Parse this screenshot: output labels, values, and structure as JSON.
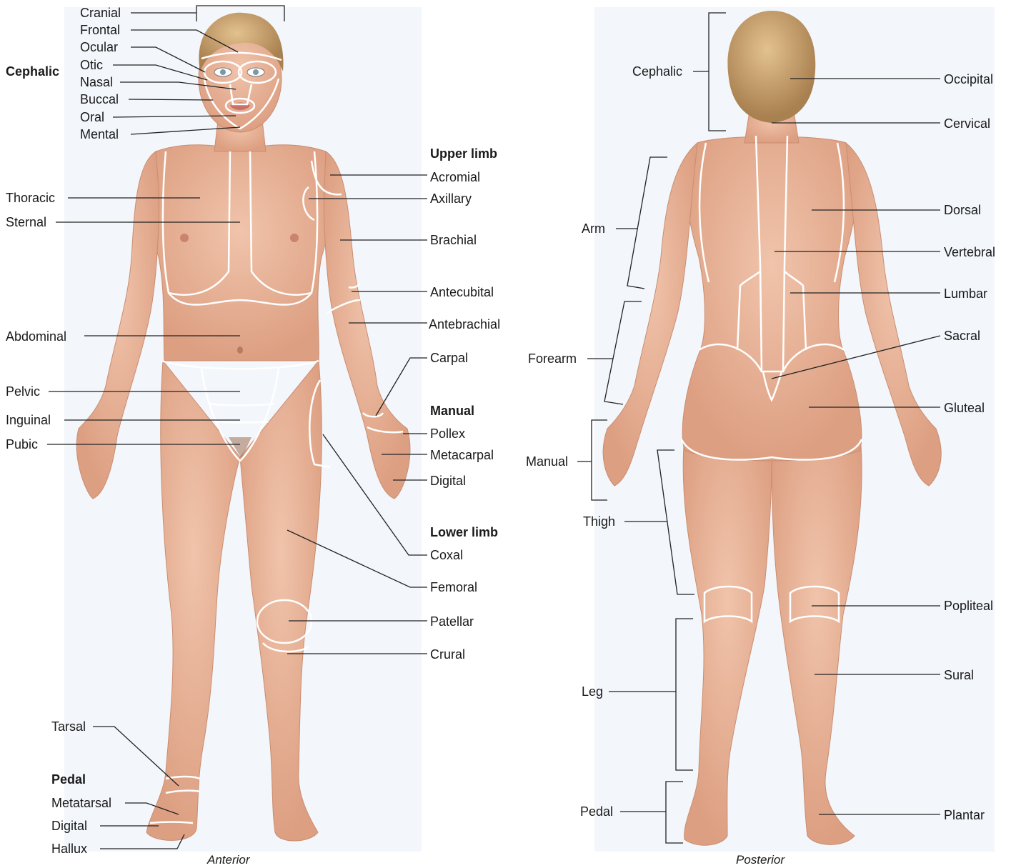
{
  "colors": {
    "skin": "#ebb89e",
    "skin_shadow": "#d99a7c",
    "panel_bg": "#f3f6fb",
    "region_line": "#ffffff",
    "hair": "#c9a06c",
    "leader": "#222222"
  },
  "views": {
    "anterior": {
      "caption": "Anterior",
      "labels": {
        "cranial": "Cranial",
        "frontal": "Frontal",
        "ocular": "Ocular",
        "otic": "Otic",
        "nasal": "Nasal",
        "buccal": "Buccal",
        "oral": "Oral",
        "mental": "Mental",
        "cephalic": "Cephalic",
        "thoracic": "Thoracic",
        "sternal": "Sternal",
        "abdominal": "Abdominal",
        "pelvic": "Pelvic",
        "inguinal": "Inguinal",
        "pubic": "Pubic",
        "upper_limb": "Upper limb",
        "acromial": "Acromial",
        "axillary": "Axillary",
        "brachial": "Brachial",
        "antecubital": "Antecubital",
        "antebrachial": "Antebrachial",
        "carpal": "Carpal",
        "manual": "Manual",
        "pollex": "Pollex",
        "metacarpal": "Metacarpal",
        "digital_hand": "Digital",
        "lower_limb": "Lower limb",
        "coxal": "Coxal",
        "femoral": "Femoral",
        "patellar": "Patellar",
        "crural": "Crural",
        "tarsal": "Tarsal",
        "pedal": "Pedal",
        "metatarsal": "Metatarsal",
        "digital_foot": "Digital",
        "hallux": "Hallux"
      }
    },
    "posterior": {
      "caption": "Posterior",
      "labels": {
        "cephalic": "Cephalic",
        "occipital": "Occipital",
        "cervical": "Cervical",
        "arm": "Arm",
        "dorsal": "Dorsal",
        "vertebral": "Vertebral",
        "lumbar": "Lumbar",
        "forearm": "Forearm",
        "sacral": "Sacral",
        "gluteal": "Gluteal",
        "manual": "Manual",
        "thigh": "Thigh",
        "popliteal": "Popliteal",
        "leg": "Leg",
        "sural": "Sural",
        "pedal": "Pedal",
        "plantar": "Plantar"
      }
    }
  }
}
